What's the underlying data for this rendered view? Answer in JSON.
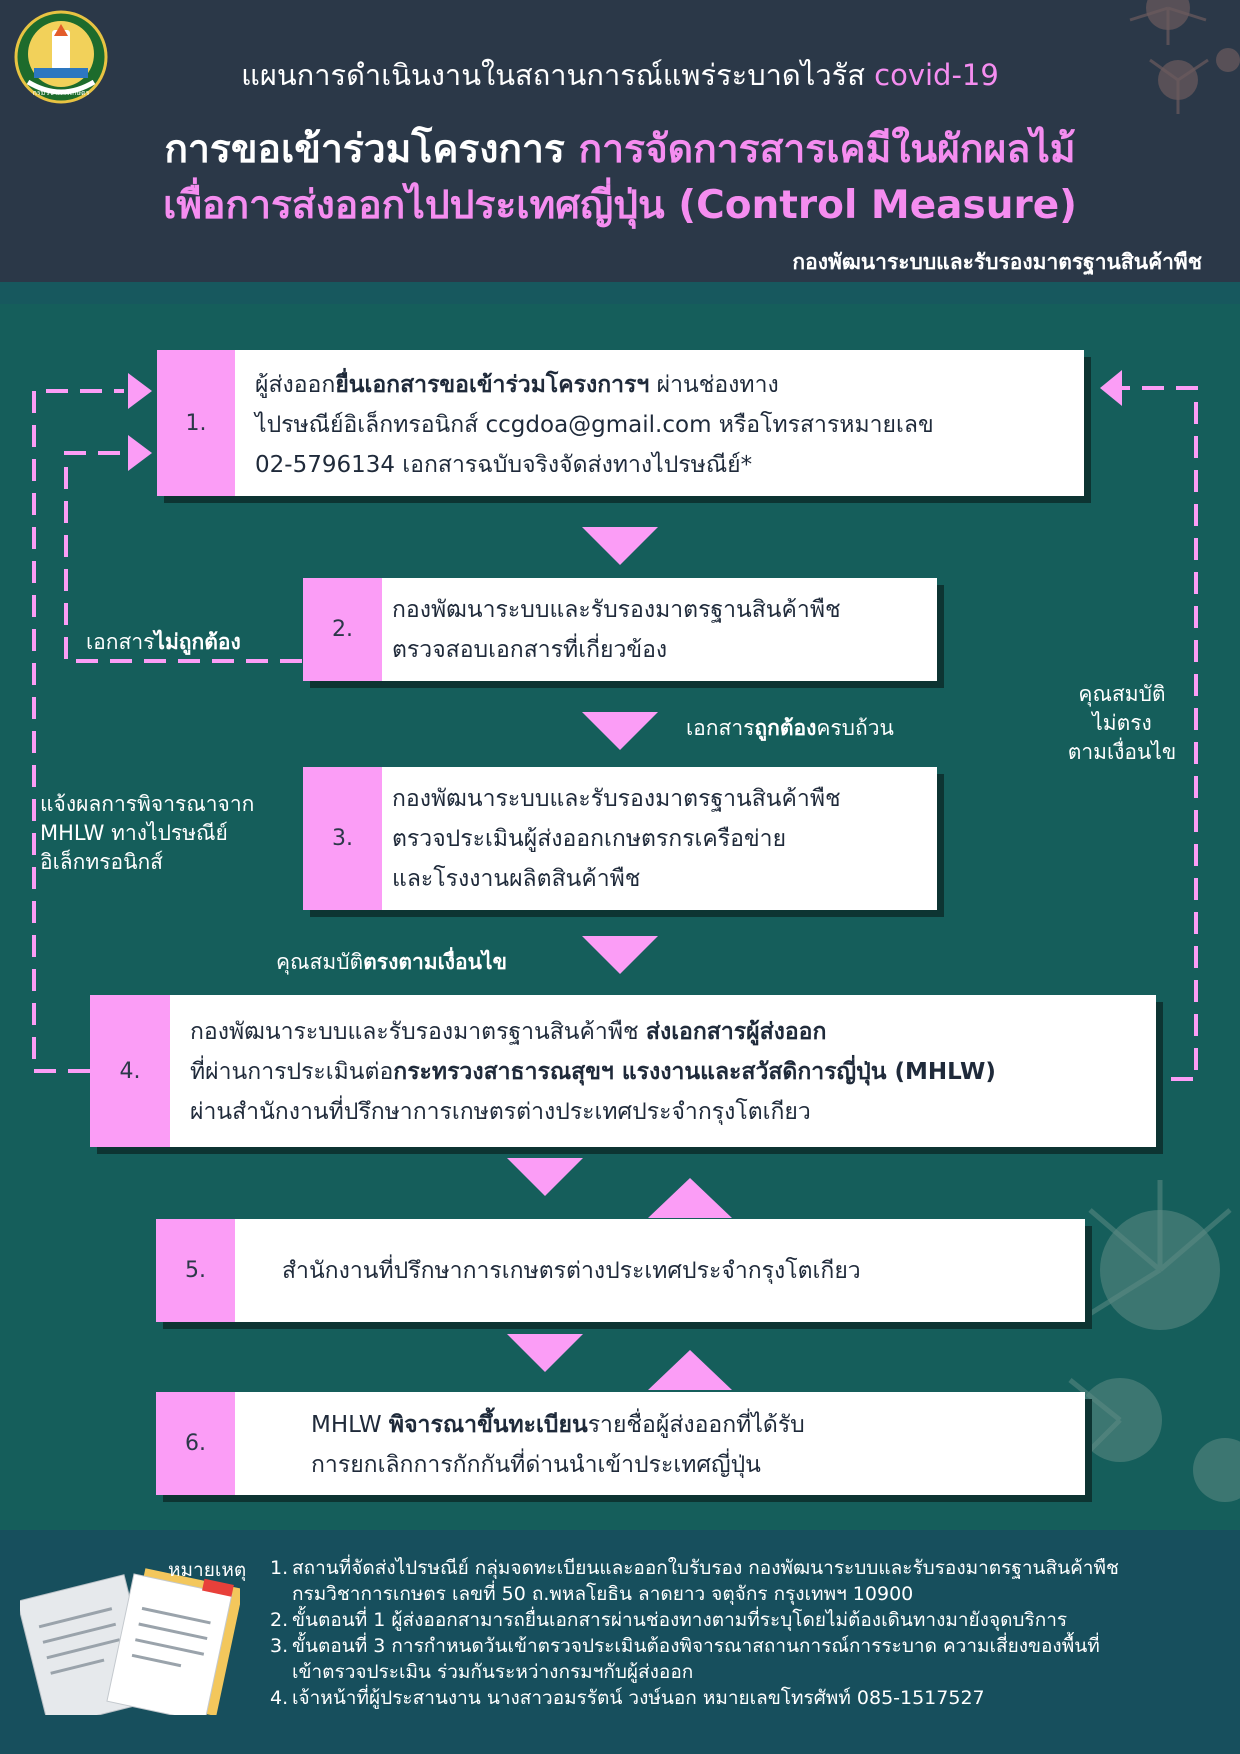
{
  "header": {
    "subtitle_prefix": "แผนการดำเนินงานในสถานการณ์แพร่ระบาดไวรัส",
    "subtitle_highlight": "covid-19",
    "title_line1_white": "การขอเข้าร่วมโครงการ",
    "title_line1_pink": "การจัดการสารเคมีในผักผลไม้",
    "title_line2_pink": "เพื่อการส่งออกไปประเทศญี่ปุ่น (Control Measure)",
    "org": "กองพัฒนาระบบและรับรองมาตรฐานสินค้าพืช",
    "logo_caption": "กรมวิชาการเกษตร"
  },
  "steps": [
    {
      "num": "1.",
      "l1_pre": "ผู้ส่งออก",
      "l1_bold": "ยื่นเอกสารขอเข้าร่วมโครงการฯ",
      "l1_post": " ผ่านช่องทาง",
      "l2": "ไปรษณีย์อิเล็กทรอนิกส์ ccgdoa@gmail.com หรือโทรสารหมายเลข",
      "l3": "02-5796134 เอกสารฉบับจริงจัดส่งทางไปรษณีย์*"
    },
    {
      "num": "2.",
      "l1": "กองพัฒนาระบบและรับรองมาตรฐานสินค้าพืช",
      "l2": "ตรวจสอบเอกสารที่เกี่ยวข้อง"
    },
    {
      "num": "3.",
      "l1": "กองพัฒนาระบบและรับรองมาตรฐานสินค้าพืช",
      "l2": "ตรวจประเมินผู้ส่งออกเกษตรกรเครือข่าย",
      "l3": "และโรงงานผลิตสินค้าพืช"
    },
    {
      "num": "4.",
      "l1_pre": "กองพัฒนาระบบและรับรองมาตรฐานสินค้าพืช ",
      "l1_bold": "ส่งเอกสารผู้ส่งออก",
      "l2_pre": "ที่ผ่านการประเมินต่อ",
      "l2_bold": "กระทรวงสาธารณสุขฯ แรงงานและสวัสดิการญี่ปุ่น (MHLW)",
      "l3": "ผ่านสำนักงานที่ปรึกษาการเกษตรต่างประเทศประจำกรุงโตเกียว"
    },
    {
      "num": "5.",
      "l1": "สำนักงานที่ปรึกษาการเกษตรต่างประเทศประจำกรุงโตเกียว"
    },
    {
      "num": "6.",
      "l1_pre": "MHLW ",
      "l1_bold": "พิจารณาขึ้นทะเบียน",
      "l1_post": "รายชื่อผู้ส่งออกที่ได้รับ",
      "l2": "การยกเลิกการกักกันที่ด่านนำเข้าประเทศญี่ปุ่น"
    }
  ],
  "labels": {
    "incorrect_pre": "เอกสาร",
    "incorrect_bold": "ไม่ถูกต้อง",
    "correct_pre": "เอกสาร",
    "correct_bold": "ถูกต้อง",
    "correct_post": "ครบถ้วน",
    "qualified_pre": "คุณสมบัติ",
    "qualified_bold": "ตรงตามเงื่อนไข",
    "notify_l1": "แจ้งผลการพิจารณาจาก",
    "notify_l2": "MHLW ทางไปรษณีย์",
    "notify_l3": "อิเล็กทรอนิกส์",
    "unqualified_l1": "คุณสมบัติ",
    "unqualified_l2": "ไม่ตรง",
    "unqualified_l3": "ตามเงื่อนไข"
  },
  "notes": {
    "label": "หมายเหตุ",
    "items": [
      {
        "n": "1.",
        "text": "สถานที่จัดส่งไปรษณีย์ กลุ่มจดทะเบียนและออกใบรับรอง กองพัฒนาระบบและรับรองมาตรฐานสินค้าพืช",
        "cont": "กรมวิชาการเกษตร เลขที่ 50 ถ.พหลโยธิน ลาดยาว จตุจักร กรุงเทพฯ 10900"
      },
      {
        "n": "2.",
        "text": "ขั้นตอนที่ 1 ผู้ส่งออกสามารถยื่นเอกสารผ่านช่องทางตามที่ระบุโดยไม่ต้องเดินทางมายังจุดบริการ",
        "cont": ""
      },
      {
        "n": "3.",
        "text": "ขั้นตอนที่ 3 การกำหนดวันเข้าตรวจประเมินต้องพิจารณาสถานการณ์การระบาด ความเสี่ยงของพื้นที่",
        "cont": "เข้าตรวจประเมิน ร่วมกันระหว่างกรมฯกับผู้ส่งออก"
      },
      {
        "n": "4.",
        "text": "เจ้าหน้าที่ผู้ประสานงาน นางสาวอมรรัตน์ วงษ์นอก หมายเลขโทรศัพท์ 085-1517527",
        "cont": ""
      }
    ]
  },
  "colors": {
    "header_bg": "#2b3848",
    "body_bg": "#155e5b",
    "accent_pink": "#fb9df6",
    "footer_bg": "#174f5d"
  }
}
